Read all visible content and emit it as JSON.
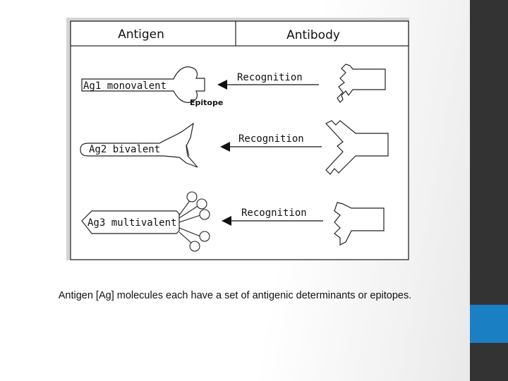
{
  "figure": {
    "header": {
      "left": "Antigen",
      "right": "Antibody"
    },
    "rows": [
      {
        "antigen_label": "Ag1 monovalent",
        "arrow_label": "Recognition"
      },
      {
        "antigen_label": "Ag2 bivalent",
        "arrow_label": "Recognition"
      },
      {
        "antigen_label": "Ag3 multivalent",
        "arrow_label": "Recognition"
      }
    ],
    "epitope_label": "Epitope"
  },
  "caption": "Antigen [Ag] molecules each have a set of antigenic determinants or epitopes.",
  "colors": {
    "sidebar": "#333333",
    "accent": "#1b7fc4",
    "figure_bg": "#d4d4d4"
  }
}
